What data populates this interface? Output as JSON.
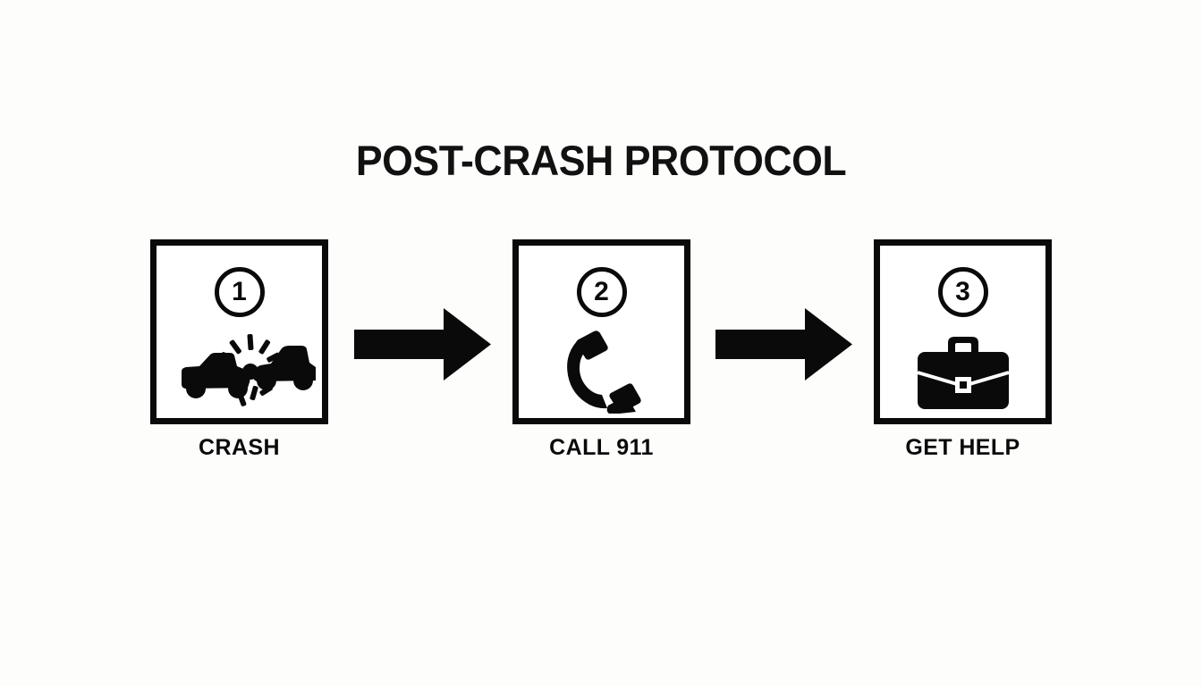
{
  "page": {
    "title": "POST-CRASH PROTOCOL",
    "background_color": "#fdfdfc",
    "ink_color": "#0a0a0a"
  },
  "steps": [
    {
      "number": "1",
      "label": "CRASH",
      "icon": "car-crash-icon"
    },
    {
      "number": "2",
      "label": "CALL 911",
      "icon": "phone-handset-icon"
    },
    {
      "number": "3",
      "label": "GET HELP",
      "icon": "briefcase-icon"
    }
  ],
  "connectors": [
    {
      "icon": "arrow-right-icon",
      "direction": "right"
    },
    {
      "icon": "arrow-right-icon",
      "direction": "right"
    }
  ]
}
